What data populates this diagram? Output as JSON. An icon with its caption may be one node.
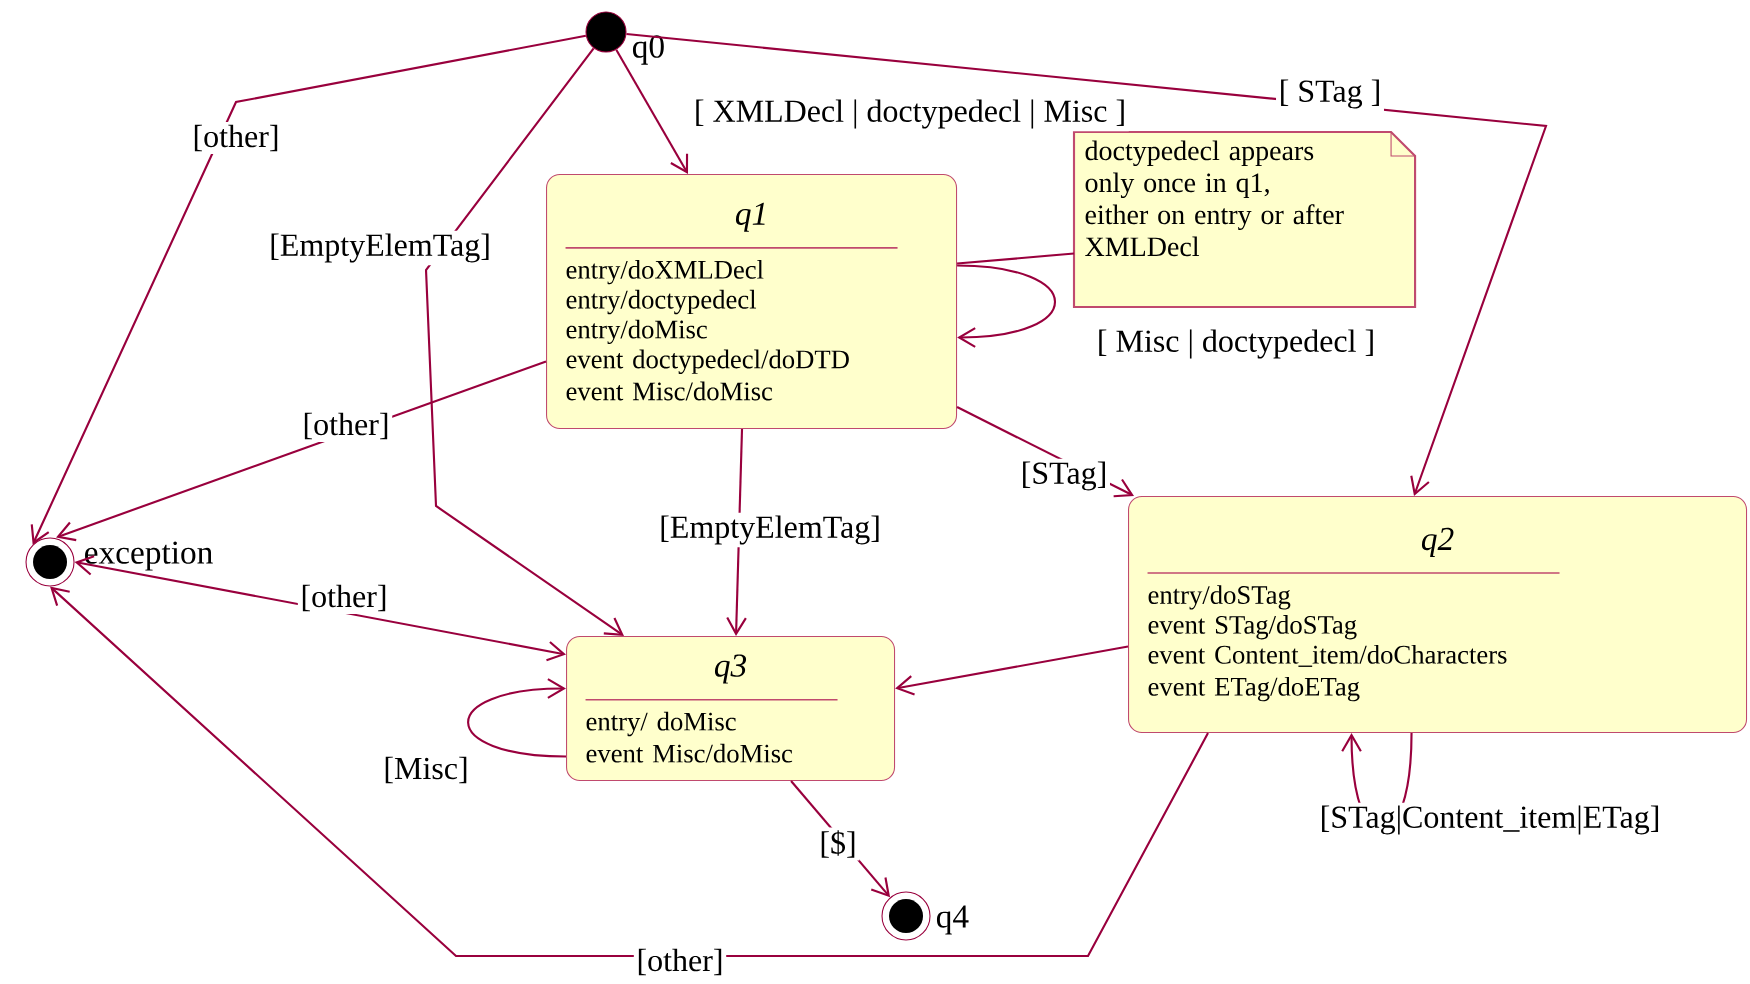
{
  "diagram": {
    "nodes": [
      {
        "text": [],
        "shape": "circle",
        "beside": [
          "q0"
        ]
      },
      {
        "text": [
          "q1",
          "entry/doXMLDecl",
          "entry/doctypedecl",
          "entry/doMisc",
          "event doctypedecl/doDTD",
          "event Misc/doMisc"
        ]
      },
      {
        "text": [
          "doctypedecl appears only once in q1, either on entry or after XMLDecl"
        ]
      },
      {
        "text": [],
        "shape": "circle",
        "beside": [
          "exception"
        ]
      },
      {
        "text": [
          "q2",
          "entry/doSTag",
          "event STag/doSTag",
          "event Content_item/doCharacters",
          "event ETag/doETag"
        ]
      },
      {
        "text": [
          "q3",
          "entry/ doMisc",
          "event Misc/doMisc"
        ]
      },
      {
        "text": [],
        "shape": "circle",
        "beside": [
          "q4"
        ]
      }
    ],
    "edges": [
      {
        "from": 0,
        "to": 3,
        "arrow": "to",
        "label": "[other]"
      },
      {
        "from": 0,
        "to": 1,
        "arrow": "to",
        "label": "[ XMLDecl | doctypedecl | Misc ]"
      },
      {
        "from": 0,
        "to": 4,
        "arrow": "to",
        "label": "[ STag ]"
      },
      {
        "from": 0,
        "to": 5,
        "arrow": "to",
        "label": "[EmptyElemTag]"
      },
      {
        "from": 1,
        "to": 1,
        "arrow": "to",
        "label": "[ Misc | doctypedecl ]"
      },
      {
        "from": 2,
        "to": 1,
        "arrow": "none"
      },
      {
        "from": 1,
        "to": 3,
        "arrow": "to",
        "label": "[other]"
      },
      {
        "from": 1,
        "to": 4,
        "arrow": "to",
        "label": "[STag]"
      },
      {
        "from": 1,
        "to": 5,
        "arrow": "to",
        "label": "[EmptyElemTag]"
      },
      {
        "from": 4,
        "to": 5,
        "arrow": "to"
      },
      {
        "from": 4,
        "to": 4,
        "arrow": "to",
        "label": "[STag|Content_item|ETag]"
      },
      {
        "from": 3,
        "to": 5,
        "arrow": "both",
        "label": "[other]"
      },
      {
        "from": 5,
        "to": 5,
        "arrow": "to",
        "label": "[Misc]"
      },
      {
        "from": 5,
        "to": 6,
        "arrow": "to",
        "label": "[$]"
      },
      {
        "from": 4,
        "to": 3,
        "arrow": "to",
        "label": "[other]"
      }
    ]
  }
}
